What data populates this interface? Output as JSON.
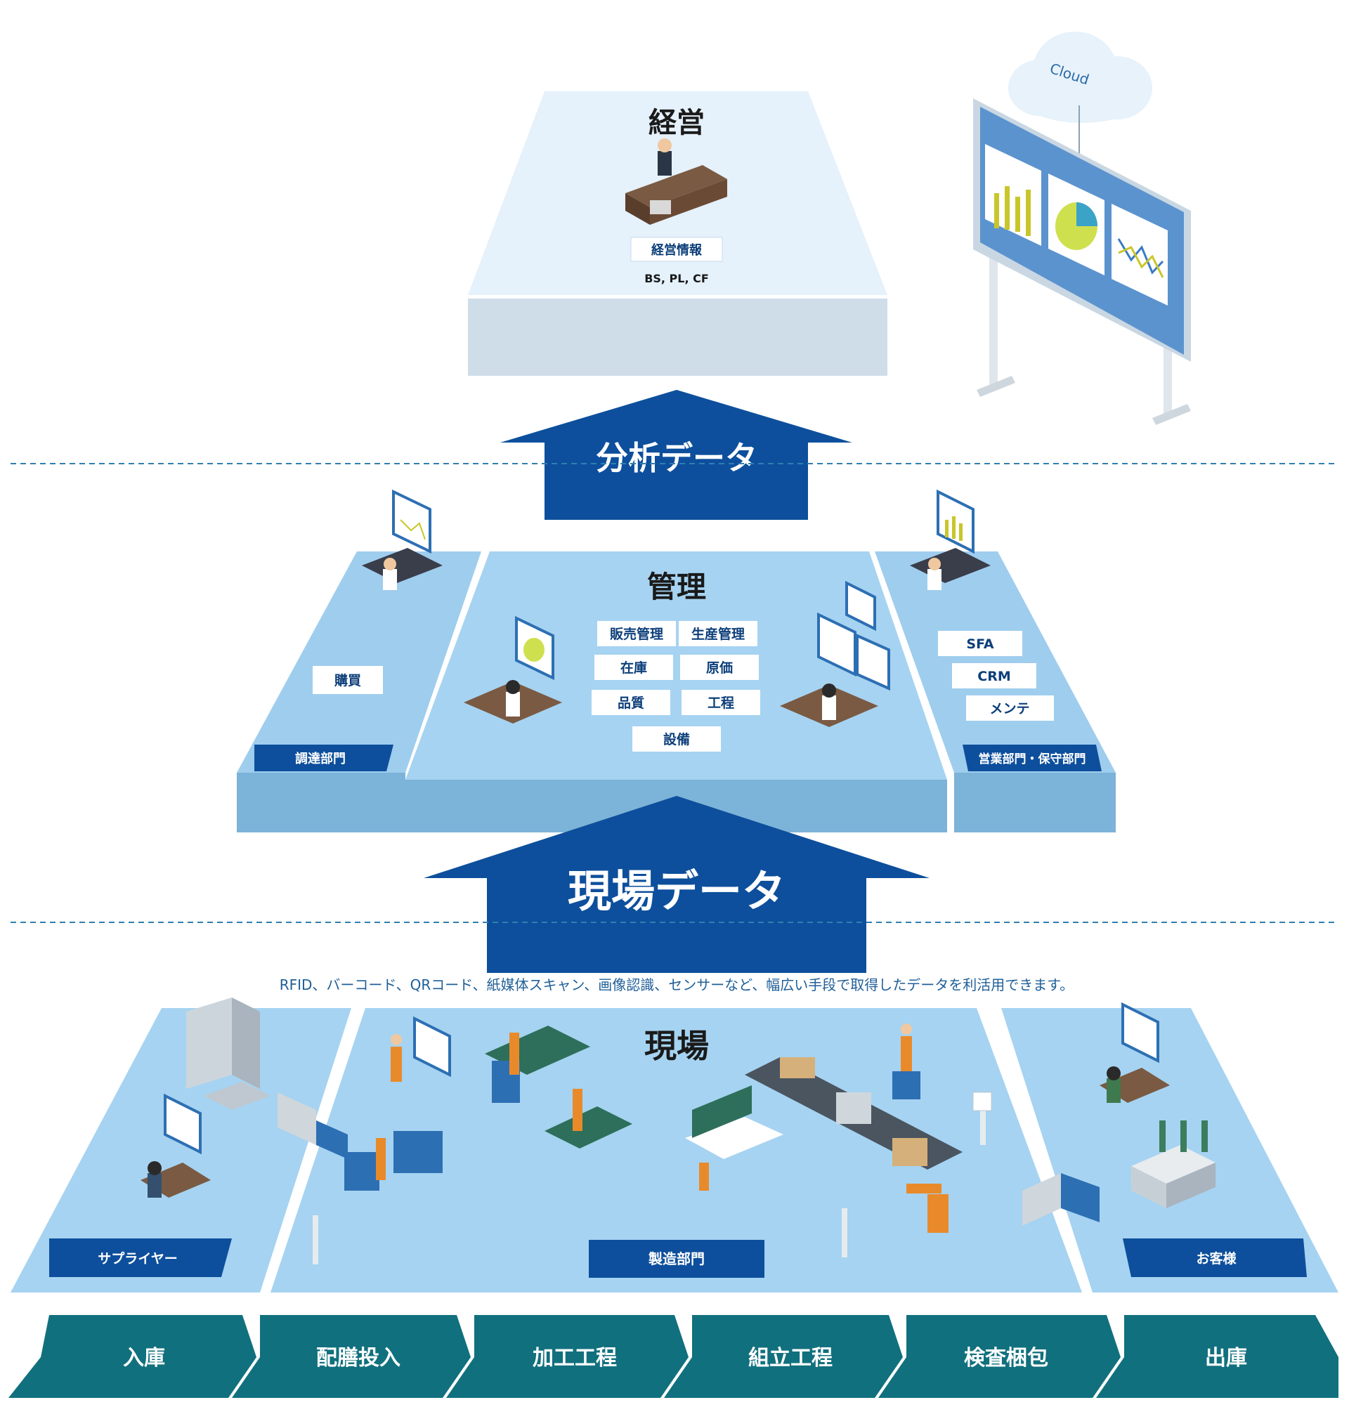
{
  "cloud_label": "Cloud",
  "top": {
    "title": "経営",
    "info_tag": "経営情報",
    "info_sub": "BS, PL, CF"
  },
  "arrow_analysis": "分析データ",
  "arrow_field": "現場データ",
  "middle": {
    "title": "管理",
    "center_tags": [
      "販売管理",
      "生産管理",
      "在庫",
      "原価",
      "品質",
      "工程",
      "設備"
    ],
    "left_tag": "購買",
    "left_dept": "調達部門",
    "right_tags": [
      "SFA",
      "CRM",
      "メンテ"
    ],
    "right_dept": "営業部門・保守部門"
  },
  "field_note": "RFID、バーコード、QRコード、紙媒体スキャン、画像認識、センサーなど、幅広い手段で取得したデータを利活用できます。",
  "bottom": {
    "title": "現場",
    "left_dept": "サプライヤー",
    "center_dept": "製造部門",
    "right_dept": "お客様"
  },
  "process_steps": [
    "入庫",
    "配膳投入",
    "加工工程",
    "組立工程",
    "検査梱包",
    "出庫"
  ],
  "colors": {
    "navy": "#0d4f9c",
    "light_blue": "#a6d3f1",
    "teal": "#11707e",
    "pale_top": "#e4f1fb"
  }
}
